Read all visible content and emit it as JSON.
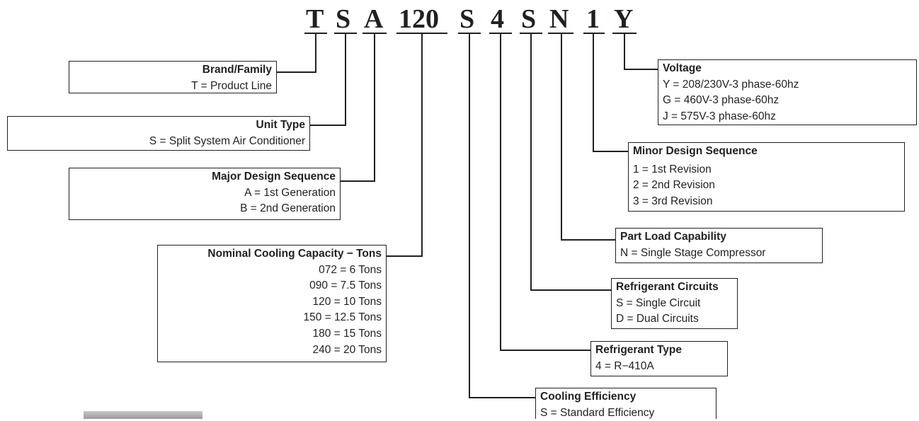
{
  "code": [
    {
      "char": "T"
    },
    {
      "char": "S"
    },
    {
      "char": "A"
    },
    {
      "char": "120"
    },
    {
      "char": "S"
    },
    {
      "char": "4"
    },
    {
      "char": "S"
    },
    {
      "char": "N"
    },
    {
      "char": "1"
    },
    {
      "char": "Y"
    }
  ],
  "boxes": {
    "brand": {
      "title": "Brand/Family",
      "lines": [
        "T = Product Line"
      ]
    },
    "unit_type": {
      "title": "Unit Type",
      "lines": [
        "S = Split System Air Conditioner"
      ]
    },
    "major_design": {
      "title": "Major Design Sequence",
      "lines": [
        "A = 1st Generation",
        "B = 2nd Generation"
      ]
    },
    "capacity": {
      "title": "Nominal Cooling Capacity − Tons",
      "lines": [
        "072 = 6 Tons",
        "090 = 7.5 Tons",
        "120 = 10 Tons",
        "150 = 12.5 Tons",
        "180 = 15 Tons",
        "240 = 20 Tons"
      ]
    },
    "voltage": {
      "title": "Voltage",
      "lines": [
        "Y = 208/230V-3 phase-60hz",
        "G = 460V-3 phase-60hz",
        "J = 575V-3 phase-60hz"
      ]
    },
    "minor_design": {
      "title": "Minor Design Sequence",
      "lines": [
        "1 = 1st Revision",
        "2 = 2nd Revision",
        "3 = 3rd Revision"
      ]
    },
    "part_load": {
      "title": "Part Load Capability",
      "lines": [
        "N = Single Stage Compressor"
      ]
    },
    "ref_circuits": {
      "title": "Refrigerant Circuits",
      "lines": [
        "S = Single Circuit",
        "D = Dual Circuits"
      ]
    },
    "ref_type": {
      "title": "Refrigerant Type",
      "lines": [
        "4 = R−410A"
      ]
    },
    "cooling_eff": {
      "title": "Cooling Efficiency",
      "lines": [
        "S = Standard Efficiency"
      ]
    }
  }
}
